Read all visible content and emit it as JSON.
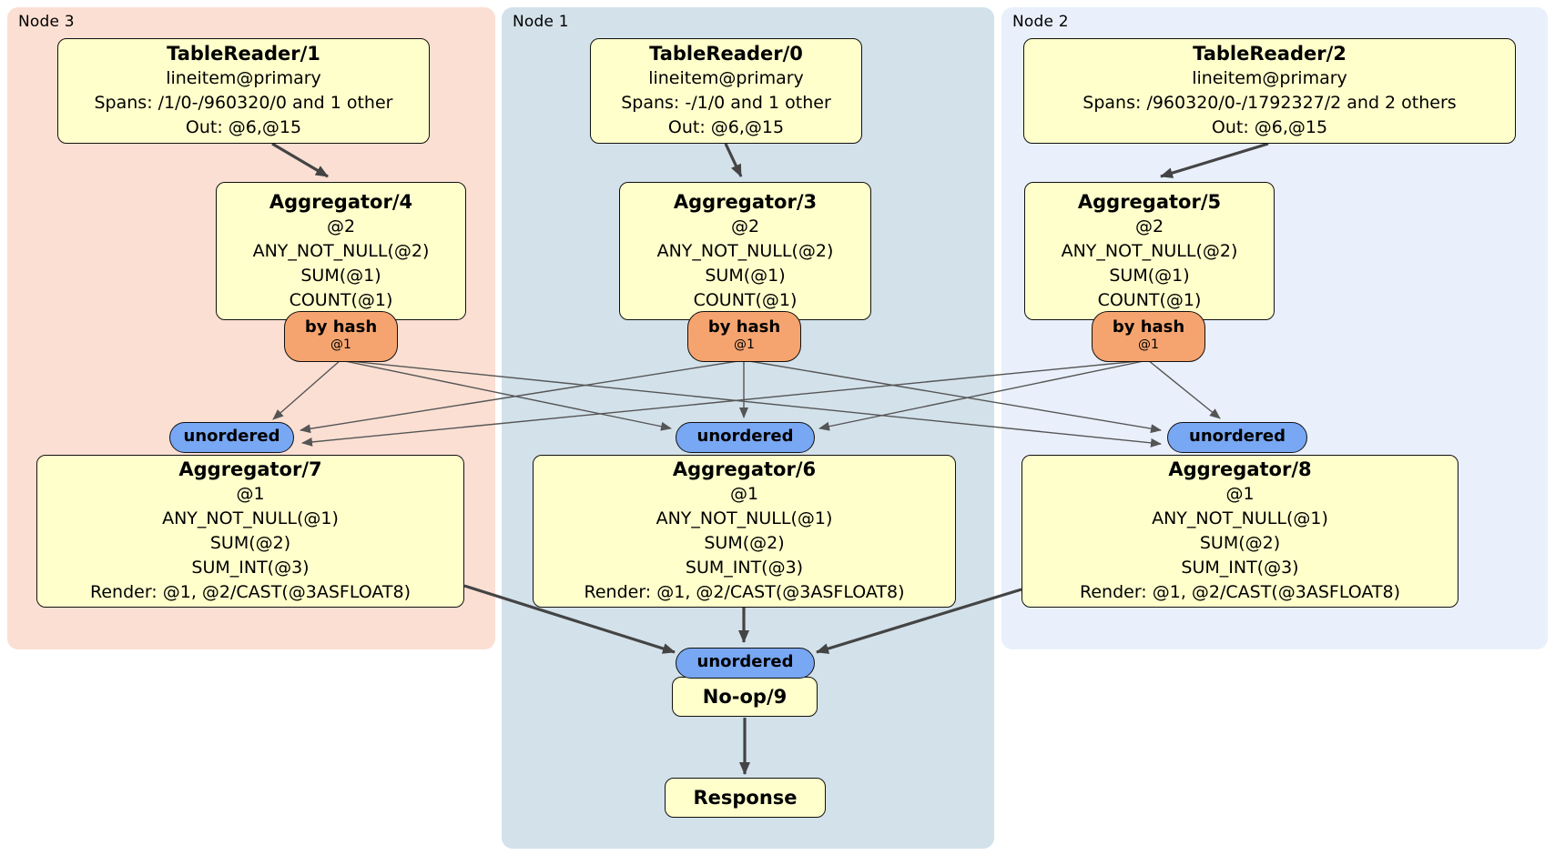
{
  "regions": {
    "node3": {
      "label": "Node 3",
      "bg": "#fbdfd3"
    },
    "node1": {
      "label": "Node 1",
      "bg": "#d3e1ea"
    },
    "node2": {
      "label": "Node 2",
      "bg": "#e9f0fb"
    }
  },
  "processors": {
    "tr1": {
      "title": "TableReader/1",
      "lines": [
        "lineitem@primary",
        "Spans: /1/0-/960320/0 and 1 other",
        "Out: @6,@15"
      ]
    },
    "tr0": {
      "title": "TableReader/0",
      "lines": [
        "lineitem@primary",
        "Spans: -/1/0 and 1 other",
        "Out: @6,@15"
      ]
    },
    "tr2": {
      "title": "TableReader/2",
      "lines": [
        "lineitem@primary",
        "Spans: /960320/0-/1792327/2 and 2 others",
        "Out: @6,@15"
      ]
    },
    "agg4": {
      "title": "Aggregator/4",
      "lines": [
        "@2",
        "ANY_NOT_NULL(@2)",
        "SUM(@1)",
        "COUNT(@1)"
      ]
    },
    "agg3": {
      "title": "Aggregator/3",
      "lines": [
        "@2",
        "ANY_NOT_NULL(@2)",
        "SUM(@1)",
        "COUNT(@1)"
      ]
    },
    "agg5": {
      "title": "Aggregator/5",
      "lines": [
        "@2",
        "ANY_NOT_NULL(@2)",
        "SUM(@1)",
        "COUNT(@1)"
      ]
    },
    "agg7": {
      "title": "Aggregator/7",
      "lines": [
        "@1",
        "ANY_NOT_NULL(@1)",
        "SUM(@2)",
        "SUM_INT(@3)",
        "Render: @1, @2/CAST(@3ASFLOAT8)"
      ]
    },
    "agg6": {
      "title": "Aggregator/6",
      "lines": [
        "@1",
        "ANY_NOT_NULL(@1)",
        "SUM(@2)",
        "SUM_INT(@3)",
        "Render: @1, @2/CAST(@3ASFLOAT8)"
      ]
    },
    "agg8": {
      "title": "Aggregator/8",
      "lines": [
        "@1",
        "ANY_NOT_NULL(@1)",
        "SUM(@2)",
        "SUM_INT(@3)",
        "Render: @1, @2/CAST(@3ASFLOAT8)"
      ]
    },
    "noop": {
      "title": "No-op/9"
    },
    "response": {
      "title": "Response"
    }
  },
  "routers": {
    "hash_node3": {
      "label": "by hash",
      "detail": "@1"
    },
    "hash_node1": {
      "label": "by hash",
      "detail": "@1"
    },
    "hash_node2": {
      "label": "by hash",
      "detail": "@1"
    }
  },
  "streams": {
    "unordered_node3": {
      "label": "unordered"
    },
    "unordered_node1": {
      "label": "unordered"
    },
    "unordered_node2": {
      "label": "unordered"
    },
    "unordered_final": {
      "label": "unordered"
    }
  },
  "colors": {
    "processor_fill": "#ffffcc",
    "router_fill": "#f6a46f",
    "stream_fill": "#78a7f3",
    "edge_thin": "#555555",
    "edge_thick": "#444444"
  }
}
